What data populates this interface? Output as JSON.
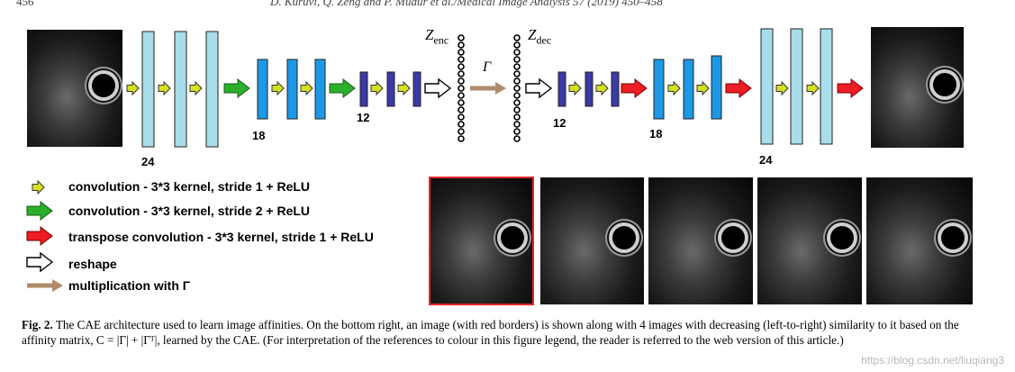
{
  "header": {
    "page_number": "456",
    "running_head": "D. Kuruvi, Q. Zeng and P. Mudur et al./Medical Image Analysis 57 (2019) 450–458"
  },
  "diagram": {
    "encoder_labels": [
      "24",
      "18",
      "12"
    ],
    "decoder_labels": [
      "12",
      "18",
      "24"
    ],
    "z_enc": "Z",
    "z_enc_sub": "enc",
    "z_dec": "Z",
    "z_dec_sub": "dec",
    "gamma": "Γ",
    "colors": {
      "conv_stride1": "#d4e020",
      "conv_stride2": "#2bb02b",
      "transpose": "#ee1c24",
      "reshape": "#ffffff",
      "multiplication": "#b08a6a",
      "layer_24": "#a8dde9",
      "layer_18": "#1c98e6",
      "layer_12": "#3a3aa8"
    }
  },
  "legend": {
    "items": [
      {
        "label": "convolution -  3*3 kernel, stride 1   + ReLU"
      },
      {
        "label": "convolution -  3*3 kernel, stride 2   + ReLU"
      },
      {
        "label": "transpose convolution -  3*3 kernel, stride 1  + ReLU"
      },
      {
        "label": "reshape"
      },
      {
        "label": "multiplication with Γ"
      }
    ]
  },
  "caption": {
    "fig_label": "Fig. 2.",
    "text": " The CAE architecture used to learn image affinities. On the bottom right, an image (with red borders) is shown along with 4 images with decreasing (left-to-right) similarity to it based on the affinity matrix, C = |Γ| + |Γᵀ|, learned by the CAE. (For interpretation of the references to colour in this figure legend, the reader is referred to the web version of this article.)"
  },
  "watermark": "https://blog.csdn.net/liuqiang3"
}
